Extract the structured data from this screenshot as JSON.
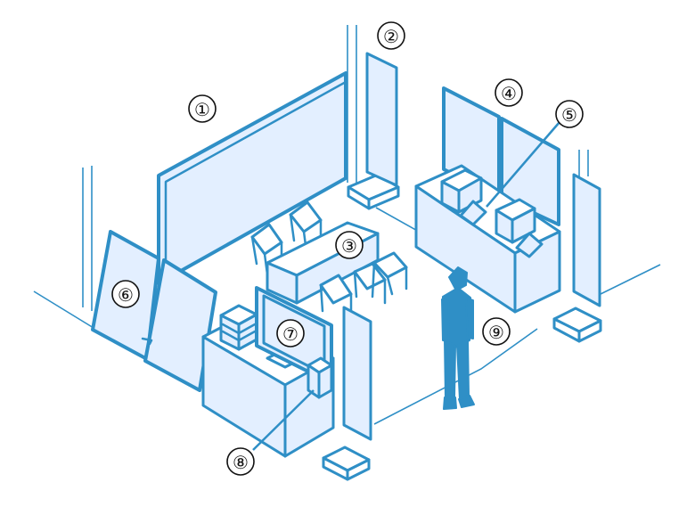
{
  "colors": {
    "stroke": "#2f8fc6",
    "panel_fill": "#e3efff",
    "background": "#ffffff",
    "marker_text": "#111111"
  },
  "markers": [
    {
      "id": "backwall",
      "label": "①"
    },
    {
      "id": "banner-back",
      "label": "②"
    },
    {
      "id": "panels-right",
      "label": "③"
    },
    {
      "id": "panels-right-wall",
      "label": "④"
    },
    {
      "id": "tablet",
      "label": "⑤"
    },
    {
      "id": "panels-left",
      "label": "⑥"
    },
    {
      "id": "monitor",
      "label": "⑦"
    },
    {
      "id": "brochure-stand",
      "label": "⑧"
    },
    {
      "id": "floor-space",
      "label": "⑨"
    }
  ]
}
